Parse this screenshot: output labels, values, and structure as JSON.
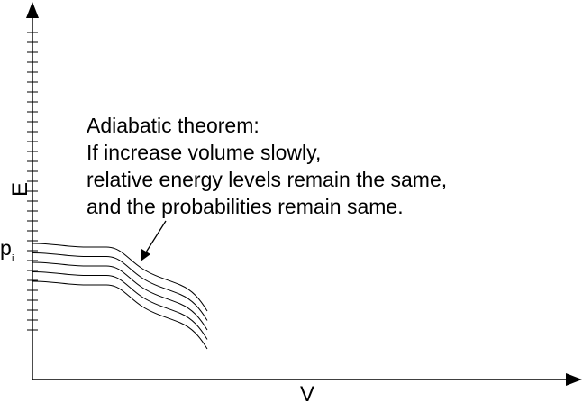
{
  "axes": {
    "x_label": "V",
    "y_label": "E",
    "level_label": "p",
    "level_subscript": "i"
  },
  "annotation": {
    "lines": [
      "Adiabatic theorem:",
      "If increase volume slowly,",
      "relative energy levels remain the same,",
      "and the probabilities remain same."
    ]
  },
  "energy_levels": {
    "count": 5
  }
}
